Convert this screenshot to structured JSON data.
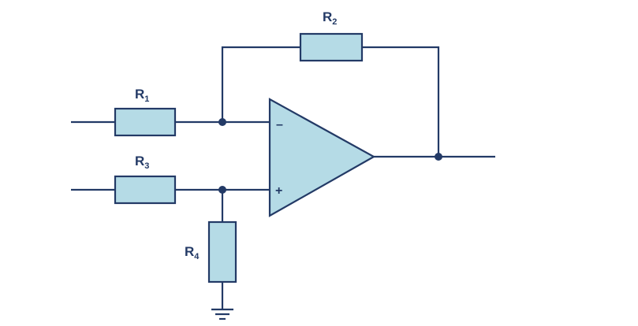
{
  "colors": {
    "line": "#233a66",
    "component_fill": "#b5dbe6",
    "background": "#ffffff"
  },
  "components": {
    "r1": {
      "letter": "R",
      "index": "1"
    },
    "r2": {
      "letter": "R",
      "index": "2"
    },
    "r3": {
      "letter": "R",
      "index": "3"
    },
    "r4": {
      "letter": "R",
      "index": "4"
    }
  },
  "op_amp": {
    "inverting_sign": "–",
    "noninverting_sign": "+"
  }
}
